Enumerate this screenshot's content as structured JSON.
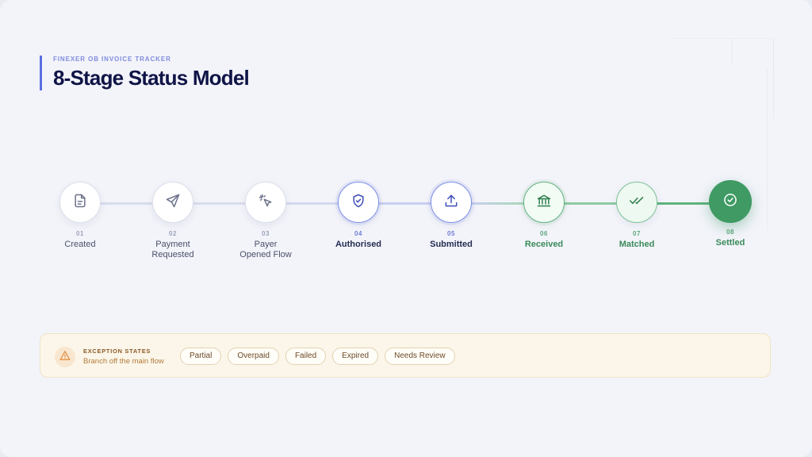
{
  "header": {
    "eyebrow": "FINEXER OB INVOICE TRACKER",
    "title": "8-Stage Status Model"
  },
  "stages": [
    {
      "number": "01",
      "label": "Created",
      "state": "pending",
      "icon": "document-icon"
    },
    {
      "number": "02",
      "label": "Payment Requested",
      "state": "pending",
      "icon": "send-icon"
    },
    {
      "number": "03",
      "label": "Payer Opened Flow",
      "state": "pending",
      "icon": "cursor-click-icon"
    },
    {
      "number": "04",
      "label": "Authorised",
      "state": "in-progress",
      "icon": "shield-check-icon"
    },
    {
      "number": "05",
      "label": "Submitted",
      "state": "in-progress",
      "icon": "upload-icon"
    },
    {
      "number": "06",
      "label": "Received",
      "state": "complete",
      "icon": "bank-icon"
    },
    {
      "number": "07",
      "label": "Matched",
      "state": "complete",
      "icon": "double-check-icon"
    },
    {
      "number": "08",
      "label": "Settled",
      "state": "final",
      "icon": "check-circle-icon"
    }
  ],
  "exceptions": {
    "title": "EXCEPTION STATES",
    "subtitle": "Branch off the main flow",
    "chips": [
      "Partial",
      "Overpaid",
      "Failed",
      "Expired",
      "Needs Review"
    ]
  },
  "colors": {
    "accent_blue": "#5b6ee1",
    "green": "#3f9a64",
    "title": "#0f1446",
    "warning": "#e08a3c"
  }
}
